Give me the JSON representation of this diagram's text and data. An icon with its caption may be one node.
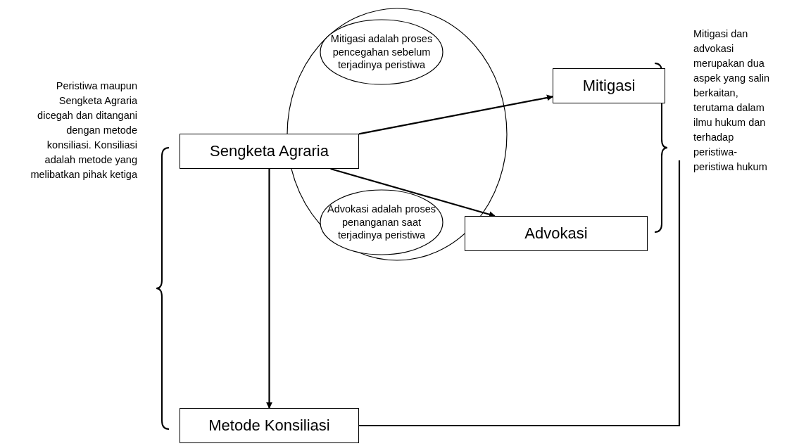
{
  "diagram": {
    "nodes": [
      {
        "text": [],
        "shape": "circle"
      },
      {
        "text": [
          "Sengketa Agraria"
        ]
      },
      {
        "text": [
          "Mitigasi adalah proses pencegahan sebelum terjadinya peristiwa"
        ],
        "in": 0
      },
      {
        "text": [
          "Mitigasi"
        ]
      },
      {
        "text": [
          "Advokasi adalah proses penanganan saat terjadinya peristiwa"
        ],
        "in": 0
      },
      {
        "text": [
          "Advokasi"
        ]
      },
      {
        "text": [
          "Metode Konsiliasi"
        ]
      }
    ],
    "edges": [
      {
        "from": 1,
        "to": 3,
        "arrow": "to"
      },
      {
        "from": 1,
        "to": 5,
        "arrow": "to"
      },
      {
        "from": 1,
        "to": 6,
        "arrow": "to"
      },
      {
        "from": 6,
        "to": null,
        "arrow": "none"
      }
    ],
    "labels": [
      "Peristiwa maupun Sengketa Agraria dicegah dan ditangani dengan metode konsiliasi. Konsiliasi adalah metode yang melibatkan pihak ketiga",
      "Mitigasi dan advokasi merupakan dua aspek yang salin berkaitan, terutama dalam ilmu hukum dan terhadap peristiwa-peristiwa hukum"
    ]
  }
}
